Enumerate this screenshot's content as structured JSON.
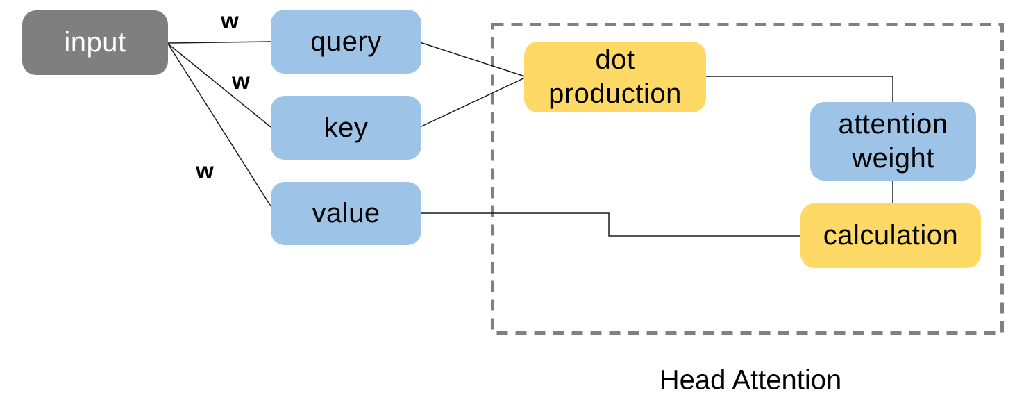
{
  "diagram": {
    "caption": "Head Attention",
    "nodes": {
      "input": {
        "label": "input",
        "type": "source",
        "fill": "#7f7f7f"
      },
      "query": {
        "label": "query",
        "type": "projection",
        "fill": "#9dc3e6"
      },
      "key": {
        "label": "key",
        "type": "projection",
        "fill": "#9dc3e6"
      },
      "value": {
        "label": "value",
        "type": "projection",
        "fill": "#9dc3e6"
      },
      "dot_production": {
        "label": "dot production",
        "type": "operation",
        "fill": "#ffd966"
      },
      "attention_weight": {
        "label": "attention weight",
        "type": "result",
        "fill": "#9dc3e6"
      },
      "calculation": {
        "label": "calculation",
        "type": "operation",
        "fill": "#ffd966"
      }
    },
    "edge_labels": [
      {
        "text": "w"
      },
      {
        "text": "w"
      },
      {
        "text": "w"
      }
    ],
    "edges": [
      {
        "from": "input",
        "to": "query",
        "label": "w"
      },
      {
        "from": "input",
        "to": "key",
        "label": "w"
      },
      {
        "from": "input",
        "to": "value",
        "label": "w"
      },
      {
        "from": "query",
        "to": "dot_production"
      },
      {
        "from": "key",
        "to": "dot_production"
      },
      {
        "from": "dot_production",
        "to": "attention_weight"
      },
      {
        "from": "attention_weight",
        "to": "calculation"
      },
      {
        "from": "value",
        "to": "calculation"
      }
    ],
    "group": {
      "label": "Head Attention",
      "contains": [
        "dot_production",
        "attention_weight",
        "calculation"
      ]
    },
    "colors": {
      "input_fill": "#7f7f7f",
      "input_text": "#ffffff",
      "projection_fill": "#9dc3e6",
      "operation_fill": "#ffd966",
      "connector_line": "#1a1a1a",
      "group_border": "#808080",
      "label_text": "#000000",
      "background": "#ffffff"
    }
  }
}
